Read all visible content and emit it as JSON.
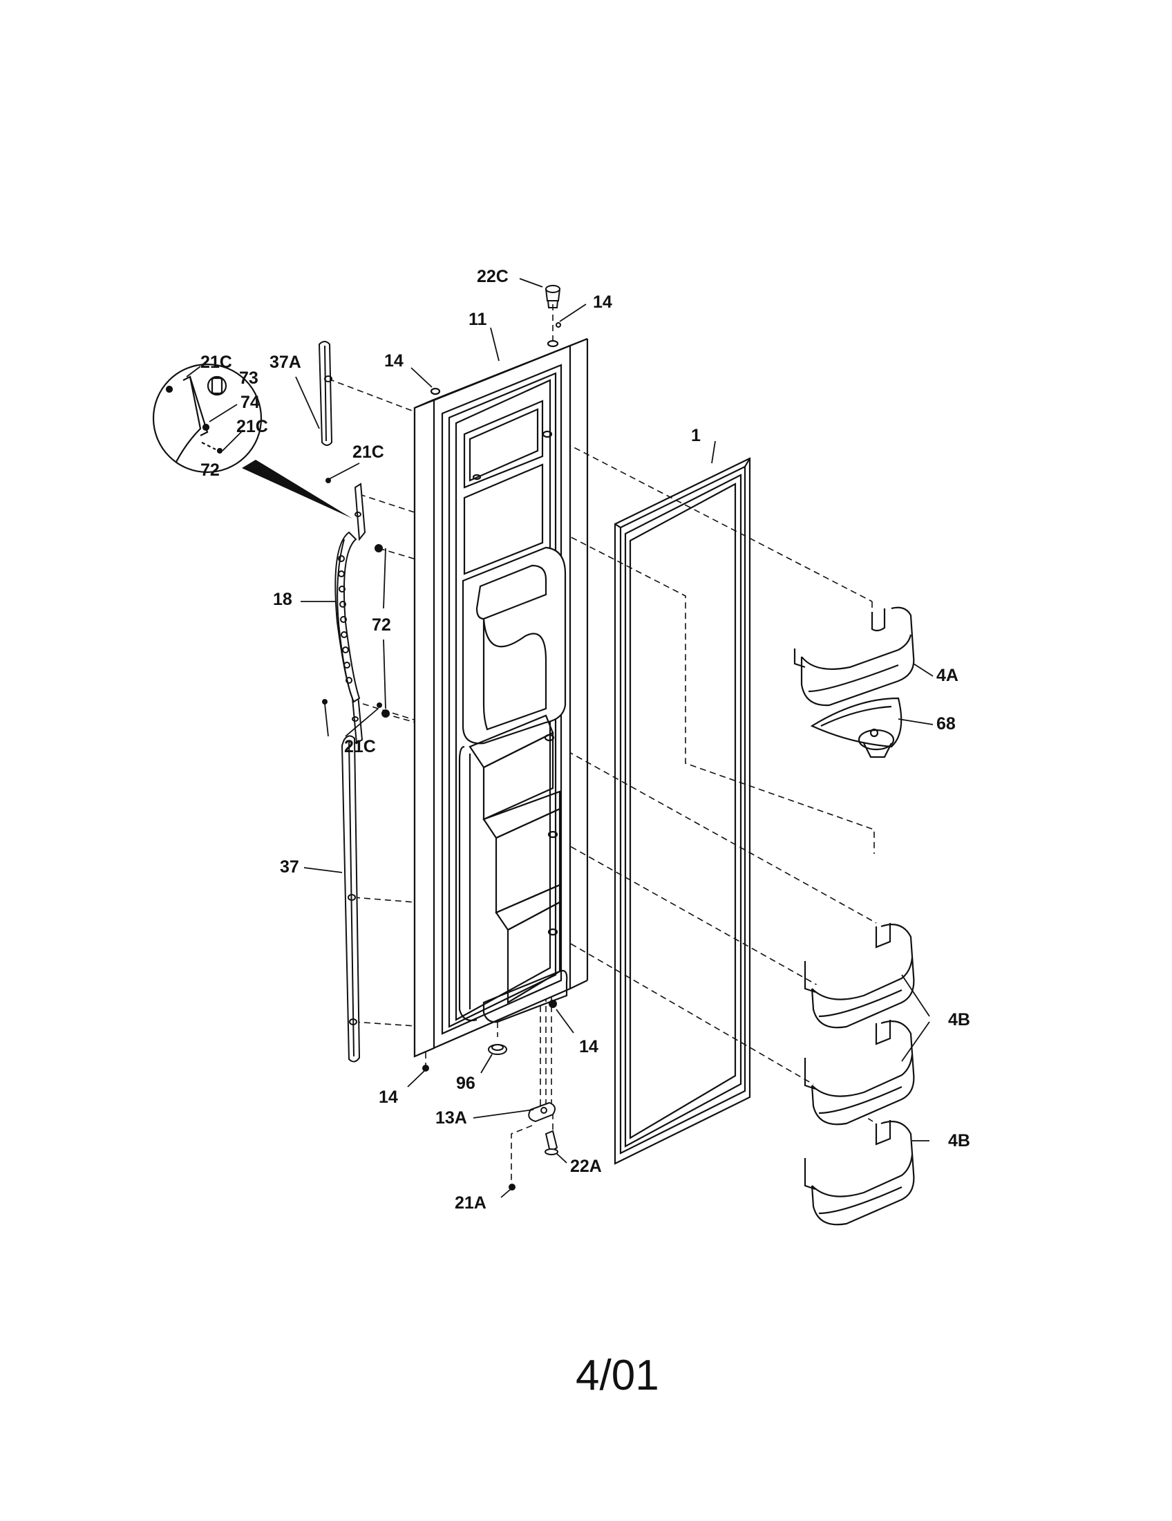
{
  "diagram": {
    "date_code": "4/01",
    "colors": {
      "ink": "#111111",
      "paper": "#ffffff"
    },
    "callouts": [
      {
        "id": "22C",
        "text": "22C"
      },
      {
        "id": "14-a",
        "text": "14"
      },
      {
        "id": "11",
        "text": "11"
      },
      {
        "id": "14-b",
        "text": "14"
      },
      {
        "id": "37A",
        "text": "37A"
      },
      {
        "id": "21C-a",
        "text": "21C"
      },
      {
        "id": "73",
        "text": "73"
      },
      {
        "id": "74",
        "text": "74"
      },
      {
        "id": "21C-b",
        "text": "21C"
      },
      {
        "id": "72-a",
        "text": "72"
      },
      {
        "id": "21C-c",
        "text": "21C"
      },
      {
        "id": "1",
        "text": "1"
      },
      {
        "id": "18",
        "text": "18"
      },
      {
        "id": "72-b",
        "text": "72"
      },
      {
        "id": "4A",
        "text": "4A"
      },
      {
        "id": "21C-d",
        "text": "21C"
      },
      {
        "id": "68",
        "text": "68"
      },
      {
        "id": "37",
        "text": "37"
      },
      {
        "id": "4B-a",
        "text": "4B"
      },
      {
        "id": "14-c",
        "text": "14"
      },
      {
        "id": "96",
        "text": "96"
      },
      {
        "id": "14-d",
        "text": "14"
      },
      {
        "id": "13A",
        "text": "13A"
      },
      {
        "id": "4B-b",
        "text": "4B"
      },
      {
        "id": "22A",
        "text": "22A"
      },
      {
        "id": "21A",
        "text": "21A"
      }
    ]
  }
}
